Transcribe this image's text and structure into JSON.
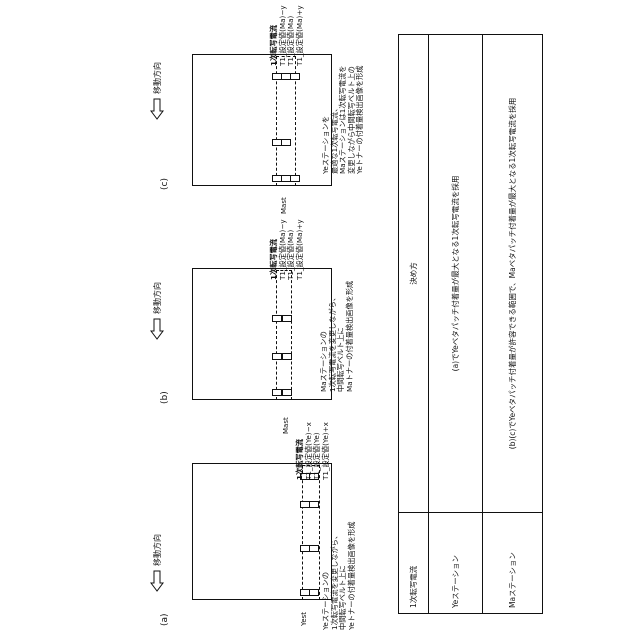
{
  "panels": [
    {
      "label": "(a)",
      "direction": "移動方向",
      "station": "Yest",
      "current_title": "1次転写電流",
      "current_lines": [
        "T1_設定値(Ye)−x",
        "T1_設定値(Ye)",
        "T1_設定値(Ye)+x"
      ],
      "description": [
        "Yeステーションの",
        "1次転写電流を変更しながら、",
        "中間転写ベルト上に",
        "Yeトナーの付着量検出画像を形成"
      ]
    },
    {
      "label": "(b)",
      "direction": "移動方向",
      "station": "Mast",
      "current_title": "1次転写電流",
      "current_lines": [
        "T1_設定値(Ma)−y",
        "T1_設定値(Ma)",
        "T1_設定値(Ma)+y"
      ],
      "description": [
        "Maステーションの",
        "1次転写電流を変更しながら、",
        "中間転写ベルト上に",
        "Maトナーの付着量検出画像を形成"
      ]
    },
    {
      "label": "(c)",
      "direction": "移動方向",
      "station": "Mast",
      "current_title": "1次転写電流",
      "current_lines": [
        "T1_設定値(Ma)−y",
        "T1_設定値(Ma)",
        "T1_設定値(Ma)+y"
      ],
      "description": [
        "Yeステーションを",
        "最適な1次転写電流、",
        "Maステーションは1次転写電流を",
        "変更しながら中間転写ベルト上の",
        "Yeトナーの付着量検出画像を形成"
      ]
    }
  ],
  "table": {
    "header": [
      "1次転写電流",
      "決め方"
    ],
    "rows": [
      [
        "Yeステーション",
        "(a)でYeベタパッチ付着量が最大となる1次転写電流を採用"
      ],
      [
        "Maステーション",
        "(b)(c)でYeベタパッチ付着量が許容できる範囲で、Maベタパッチ付着量が最大となる1次転写電流を採用"
      ]
    ]
  }
}
